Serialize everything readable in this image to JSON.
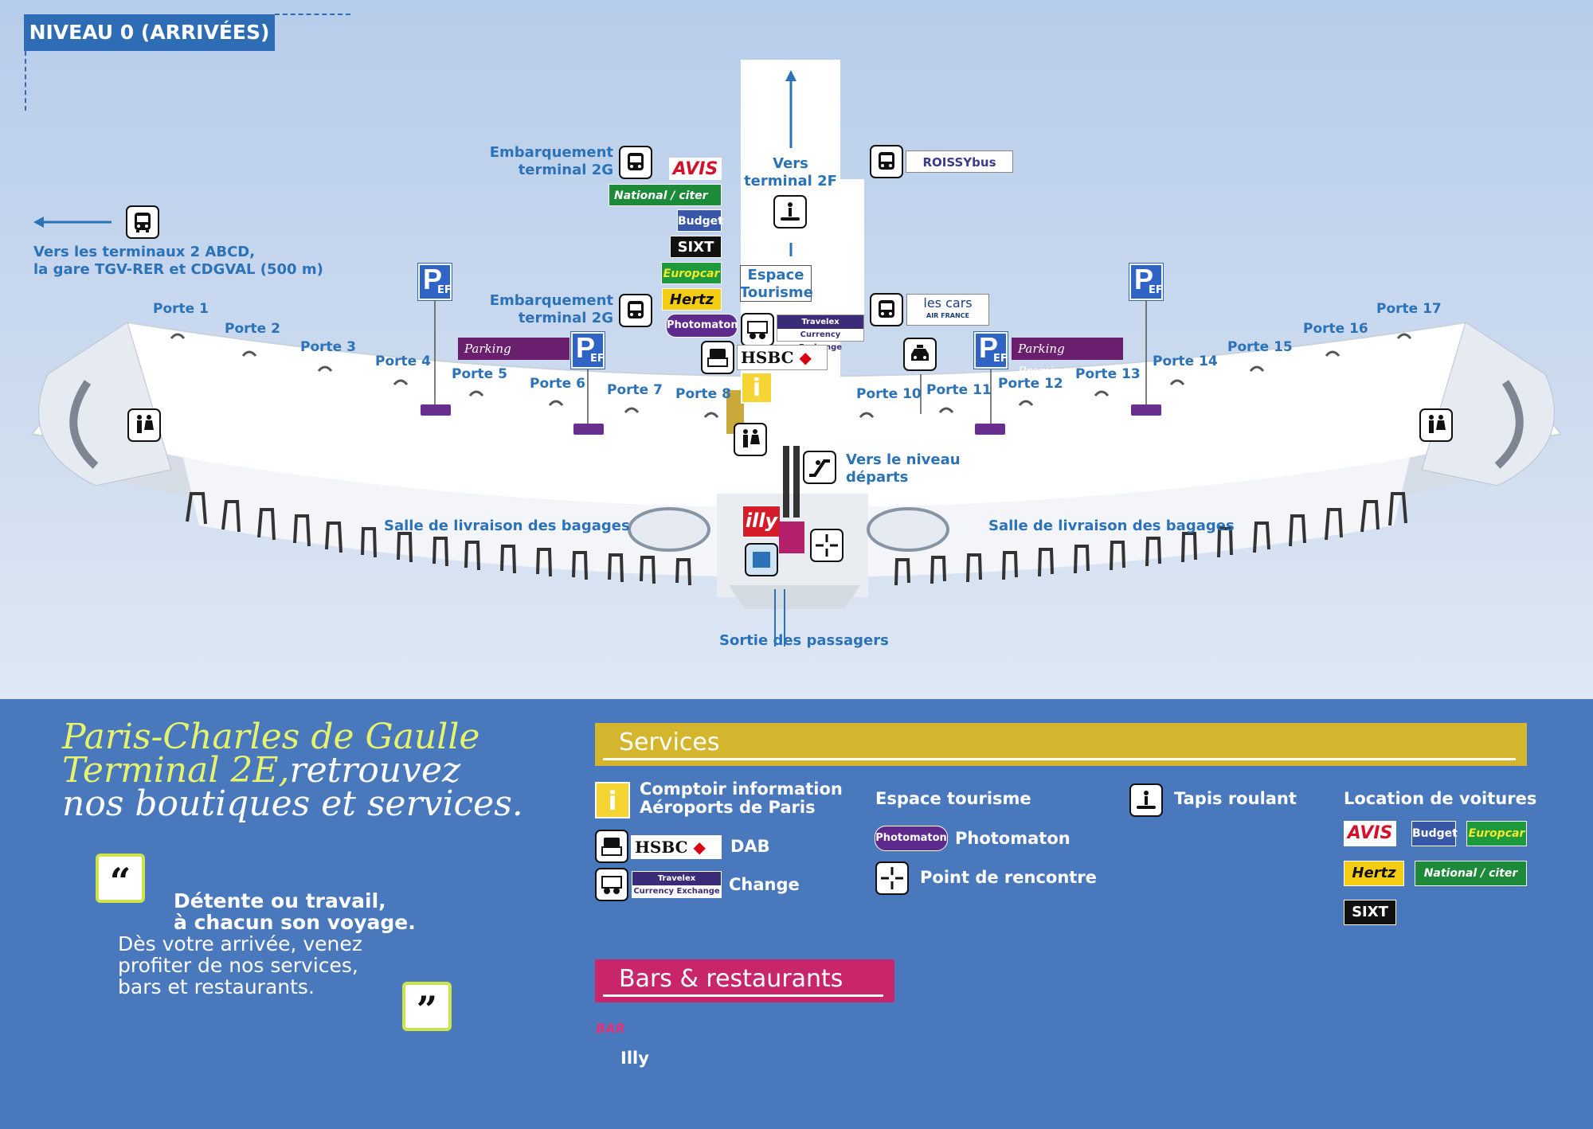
{
  "level_title": "NIVEAU 0 (ARRIVÉES)",
  "labels": {
    "embarquement_top": [
      "Embarquement",
      "terminal 2G"
    ],
    "embarquement_mid": [
      "Embarquement",
      "terminal 2G"
    ],
    "vers_terminal_2f": [
      "Vers",
      "terminal 2F"
    ],
    "vers_terminaux": [
      "Vers les terminaux 2 ABCD,",
      "la gare TGV-RER et CDGVAL (500 m)"
    ],
    "espace_tourisme": [
      "Espace",
      "Tourisme"
    ],
    "vers_niveau_departs": [
      "Vers le niveau",
      "départs"
    ],
    "salle_left": "Salle de livraison des bagages",
    "salle_right": "Salle de livraison des bagages",
    "sortie": "Sortie des passagers"
  },
  "portes": [
    "Porte 1",
    "Porte 2",
    "Porte 3",
    "Porte 4",
    "Porte 5",
    "Porte 6",
    "Porte 7",
    "Porte 8",
    "Porte 10",
    "Porte 11",
    "Porte 12",
    "Porte 13",
    "Porte 14",
    "Porte 15",
    "Porte 16",
    "Porte 17"
  ],
  "brands": {
    "avis": "AVIS",
    "national": "National",
    "citer": "citer",
    "budget": "Budget",
    "sixt": "SIXT",
    "europcar": "Europcar",
    "hertz": "Hertz",
    "photomaton": "Photomaton",
    "travelex": [
      "Travelex",
      "Currency Exchange"
    ],
    "hsbc": "HSBC",
    "roissybus": "ROISSYbus",
    "lescars": [
      "les cars",
      "AIR FRANCE"
    ],
    "illy": "illy",
    "parking_premium": "Parking Premium",
    "parking_p": "P",
    "parking_ef": "EF"
  },
  "bottom": {
    "title_lines": [
      "Paris-Charles de Gaulle",
      "Terminal 2E,retrouvez",
      "nos boutiques et services."
    ],
    "quote_lines": [
      "Détente ou travail,",
      "à chacun son voyage.",
      "Dès votre arrivée, venez",
      "profiter de nos services,",
      "bars et restaurants."
    ],
    "open_quote": "“",
    "close_quote": "”"
  },
  "services": {
    "heading": "Services",
    "info": [
      "Comptoir information",
      "Aéroports de Paris"
    ],
    "dab": "DAB",
    "change": "Change",
    "espace_tourisme": "Espace tourisme",
    "photomaton": "Photomaton",
    "point_rencontre": "Point de rencontre",
    "tapis": "Tapis roulant",
    "location": "Location de voitures"
  },
  "bars": {
    "heading": "Bars & restaurants",
    "tag": "BAR",
    "item": "Illy"
  },
  "colors": {
    "accent_blue": "#2c72b8",
    "services_band": "#d4b62e",
    "bars_band": "#c8256b",
    "title_green": "#e6f36c"
  }
}
